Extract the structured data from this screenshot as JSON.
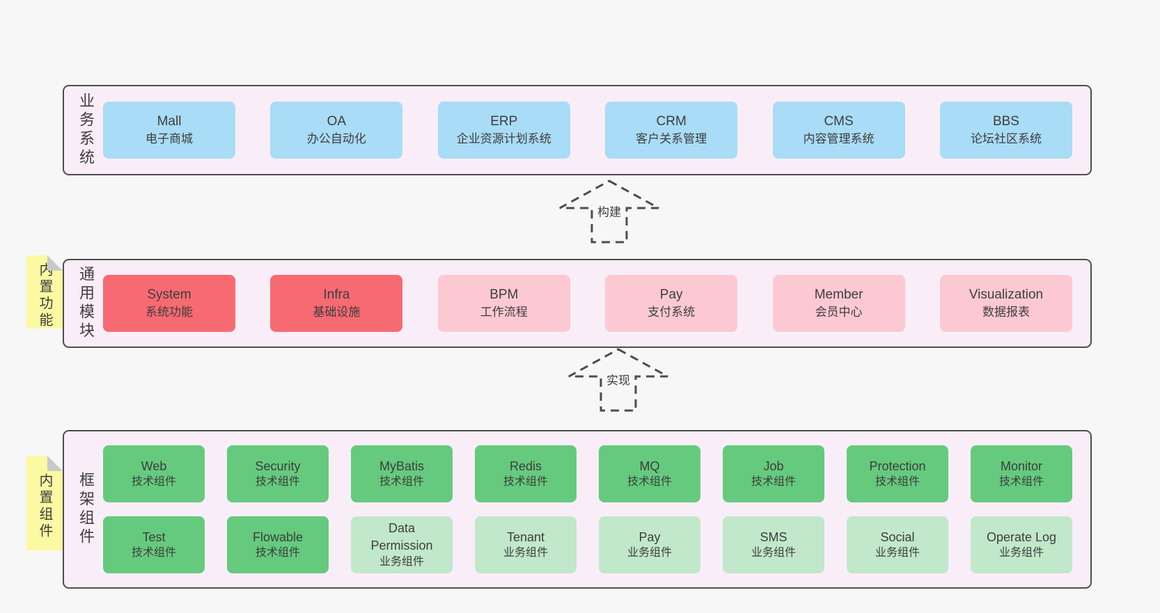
{
  "colors": {
    "page_bg": "#f7f7f7",
    "panel_bg": "#f9eef7",
    "panel_border": "#4d4d4d",
    "box_blue": "#a9dcf6",
    "box_red": "#f76a72",
    "box_pink": "#fcc9d3",
    "box_green": "#65ca7e",
    "box_light_green": "#c1e8cb",
    "note_yellow": "#fbfaa2",
    "fold_gray": "#c9c9c9",
    "text": "#3d3d3d"
  },
  "sections": {
    "business": {
      "label": "业务系统",
      "boxes": [
        {
          "title": "Mall",
          "subtitle": "电子商城",
          "variant": "blue"
        },
        {
          "title": "OA",
          "subtitle": "办公自动化",
          "variant": "blue"
        },
        {
          "title": "ERP",
          "subtitle": "企业资源计划系统",
          "variant": "blue"
        },
        {
          "title": "CRM",
          "subtitle": "客户关系管理",
          "variant": "blue"
        },
        {
          "title": "CMS",
          "subtitle": "内容管理系统",
          "variant": "blue"
        },
        {
          "title": "BBS",
          "subtitle": "论坛社区系统",
          "variant": "blue"
        }
      ]
    },
    "modules": {
      "label": "通用模块",
      "tab": "内置功能",
      "boxes": [
        {
          "title": "System",
          "subtitle": "系统功能",
          "variant": "red"
        },
        {
          "title": "Infra",
          "subtitle": "基础设施",
          "variant": "red"
        },
        {
          "title": "BPM",
          "subtitle": "工作流程",
          "variant": "pink"
        },
        {
          "title": "Pay",
          "subtitle": "支付系统",
          "variant": "pink"
        },
        {
          "title": "Member",
          "subtitle": "会员中心",
          "variant": "pink"
        },
        {
          "title": "Visualization",
          "subtitle": "数据报表",
          "variant": "pink"
        }
      ]
    },
    "framework": {
      "label": "框架组件",
      "tab": "内置组件",
      "row1": [
        {
          "title": "Web",
          "subtitle": "技术组件",
          "variant": "green"
        },
        {
          "title": "Security",
          "subtitle": "技术组件",
          "variant": "green"
        },
        {
          "title": "MyBatis",
          "subtitle": "技术组件",
          "variant": "green"
        },
        {
          "title": "Redis",
          "subtitle": "技术组件",
          "variant": "green"
        },
        {
          "title": "MQ",
          "subtitle": "技术组件",
          "variant": "green"
        },
        {
          "title": "Job",
          "subtitle": "技术组件",
          "variant": "green"
        },
        {
          "title": "Protection",
          "subtitle": "技术组件",
          "variant": "green"
        },
        {
          "title": "Monitor",
          "subtitle": "技术组件",
          "variant": "green"
        }
      ],
      "row2": [
        {
          "title": "Test",
          "subtitle": "技术组件",
          "variant": "green"
        },
        {
          "title": "Flowable",
          "subtitle": "技术组件",
          "variant": "green"
        },
        {
          "title": "Data Permission",
          "subtitle": "业务组件",
          "variant": "lgreen"
        },
        {
          "title": "Tenant",
          "subtitle": "业务组件",
          "variant": "lgreen"
        },
        {
          "title": "Pay",
          "subtitle": "业务组件",
          "variant": "lgreen"
        },
        {
          "title": "SMS",
          "subtitle": "业务组件",
          "variant": "lgreen"
        },
        {
          "title": "Social",
          "subtitle": "业务组件",
          "variant": "lgreen"
        },
        {
          "title": "Operate Log",
          "subtitle": "业务组件",
          "variant": "lgreen"
        }
      ]
    }
  },
  "arrows": {
    "build": "构建",
    "implement": "实现"
  }
}
